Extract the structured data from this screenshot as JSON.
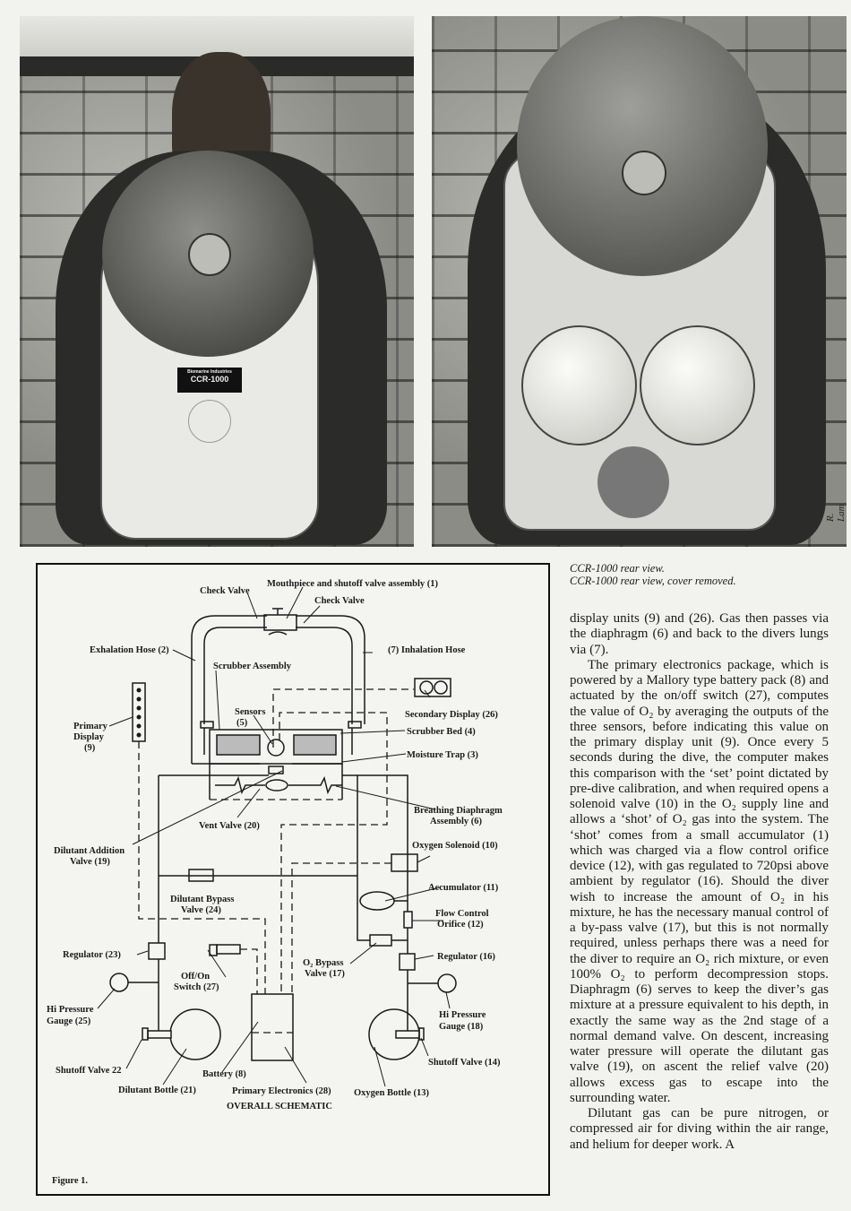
{
  "photos": {
    "left": {
      "badge_brand": "Biomarine Industries",
      "badge_model": "CCR-1000"
    },
    "credit": "R. Lam"
  },
  "captions": [
    "CCR-1000 rear view.",
    "CCR-1000 rear view, cover removed."
  ],
  "figure": {
    "title": "OVERALL SCHEMATIC",
    "number": "Figure 1.",
    "labels": {
      "mouthpiece": "Mouthpiece and shutoff valve assembly (1)",
      "check_valve_left": "Check Valve",
      "check_valve_right": "Check Valve",
      "exhalation_hose": "Exhalation Hose (2)",
      "inhalation_hose": "(7) Inhalation Hose",
      "scrubber_assembly": "Scrubber Assembly",
      "sensors_1": "Sensors",
      "sensors_2": "(5)",
      "primary_display_1": "Primary",
      "primary_display_2": "Display",
      "primary_display_3": "(9)",
      "secondary_display": "Secondary Display (26)",
      "scrubber_bed": "Scrubber Bed (4)",
      "moisture_trap": "Moisture Trap (3)",
      "breathing_diaphragm_1": "Breathing Diaphragm",
      "breathing_diaphragm_2": "Assembly (6)",
      "vent_valve": "Vent Valve (20)",
      "dilutant_addition_1": "Dilutant Addition",
      "dilutant_addition_2": "Valve (19)",
      "oxygen_solenoid": "Oxygen Solenoid (10)",
      "dilutant_bypass_1": "Dilutant Bypass",
      "dilutant_bypass_2": "Valve (24)",
      "accumulator": "Accumulator (11)",
      "flow_control_1": "Flow Control",
      "flow_control_2": "Orifice (12)",
      "regulator_23": "Regulator (23)",
      "off_on_1": "Off/On",
      "off_on_2": "Switch (27)",
      "o2_bypass_1": "O₂ Bypass",
      "o2_bypass_2": "Valve (17)",
      "regulator_16": "Regulator (16)",
      "hi_pressure_25_1": "Hi Pressure",
      "hi_pressure_25_2": "Gauge (25)",
      "hi_pressure_18_1": "Hi Pressure",
      "hi_pressure_18_2": "Gauge (18)",
      "shutoff_22": "Shutoff Valve 22",
      "shutoff_14": "Shutoff Valve (14)",
      "battery": "Battery (8)",
      "dilutant_bottle": "Dilutant Bottle (21)",
      "primary_electronics": "Primary Electronics (28)",
      "oxygen_bottle": "Oxygen Bottle (13)"
    }
  },
  "article": {
    "paragraphs": [
      "display units (9) and (26). Gas then passes via the diaphragm (6) and back to the divers lungs via (7).",
      "The primary electronics package, which is powered by a Mallory type battery pack (8) and actuated by the on/off switch (27), computes the value of O₂ by averaging the outputs of the three sensors, before indicating this value on the primary display unit (9). Once every 5 seconds during the dive, the computer makes this comparison with the ‘set’ point dictated by pre-dive calibration, and when required opens a solenoid valve (10) in the O₂ supply line and allows a ‘shot’ of O₂ gas into the system. The ‘shot’ comes from a small accumulator (1) which was charged via a flow control orifice device (12), with gas regulated to 720psi above ambient by regulator (16). Should the diver wish to increase the amount of O₂ in his mixture, he has the necessary manual control of a by-pass valve (17), but this is not normally required, unless perhaps there was a need for the diver to require an O₂ rich mixture, or even 100% O₂ to perform decompression stops. Diaphragm (6) serves to keep the diver’s gas mixture at a pressure equivalent to his depth, in exactly the same way as the 2nd stage of a normal demand valve. On descent, increasing water pressure will operate the dilutant gas valve (19), on ascent the relief valve (20) allows excess gas to escape into the surrounding water.",
      "Dilutant gas can be pure nitrogen, or compressed air for diving within the air range, and helium for deeper work. A"
    ]
  }
}
